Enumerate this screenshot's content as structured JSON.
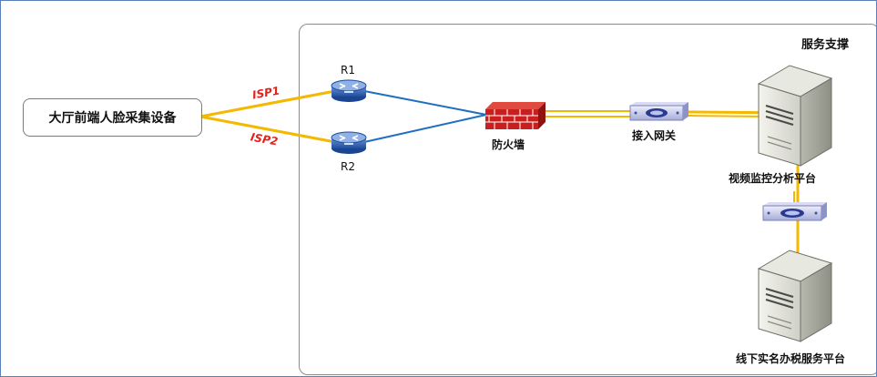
{
  "zone": {
    "title": "服务支撑"
  },
  "source_device": {
    "label": "大厅前端人脸采集设备"
  },
  "links": {
    "isp1": "ISP1",
    "isp2": "ISP2"
  },
  "routers": [
    {
      "label": "R1"
    },
    {
      "label": "R2"
    }
  ],
  "firewall": {
    "label": "防火墙"
  },
  "gateway": {
    "label": "接入网关"
  },
  "servers": [
    {
      "label": "视频监控分析平台"
    },
    {
      "label": "线下实名办税服务平台"
    }
  ],
  "colors": {
    "isp_link": "#f5b800",
    "internal_link": "#1f6fc1",
    "isp_label": "#e8201c",
    "firewall": "#c8201f"
  }
}
